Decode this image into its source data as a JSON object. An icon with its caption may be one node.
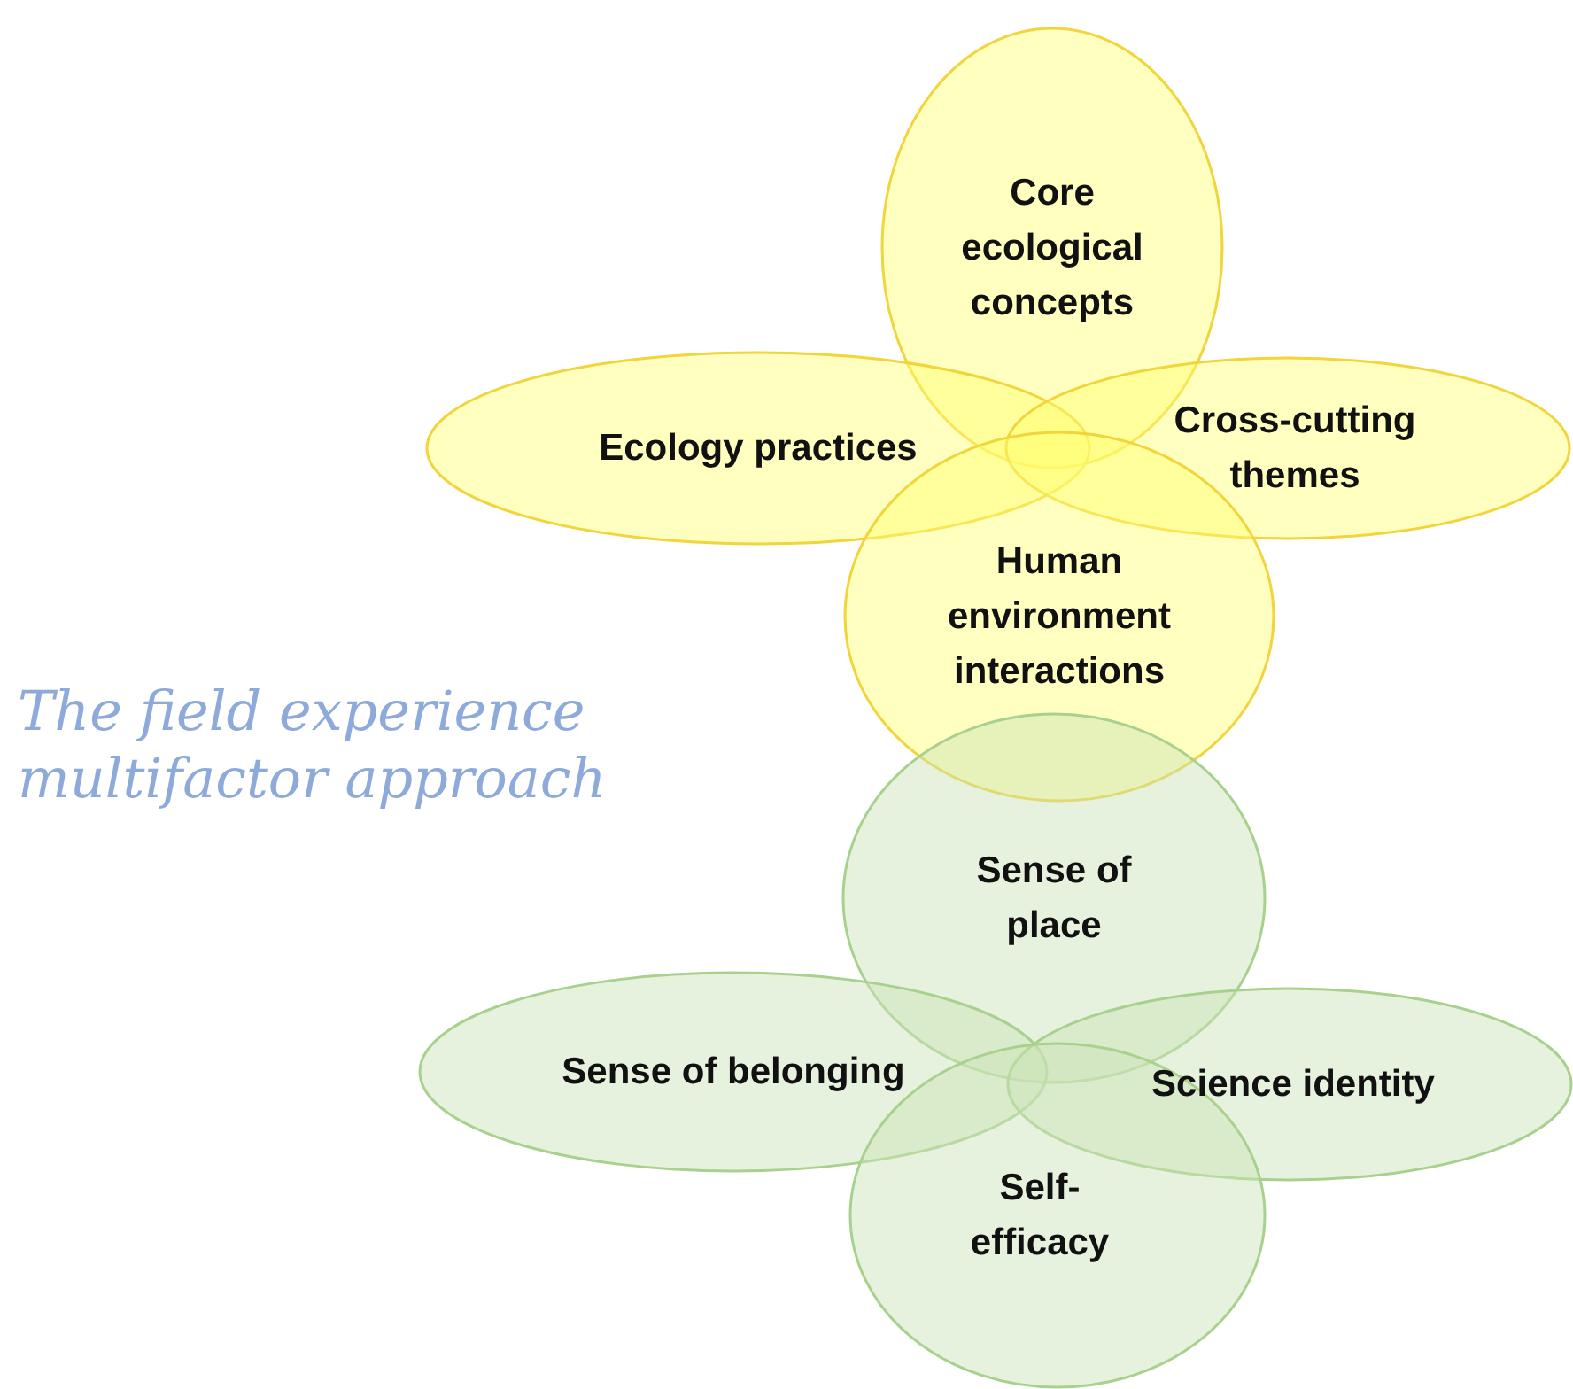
{
  "diagram": {
    "title": "The field experience multifactor approach",
    "nodes": [
      {
        "text": [
          "Core ecological concepts"
        ]
      },
      {
        "text": [
          "Ecology practices"
        ]
      },
      {
        "text": [
          "Cross-cutting themes"
        ]
      },
      {
        "text": [
          "Human environment interactions"
        ]
      },
      {
        "text": [
          "Sense of place"
        ]
      },
      {
        "text": [
          "Sense of belonging"
        ]
      },
      {
        "text": [
          "Science identity"
        ]
      },
      {
        "text": [
          "Self-efficacy"
        ]
      }
    ]
  }
}
